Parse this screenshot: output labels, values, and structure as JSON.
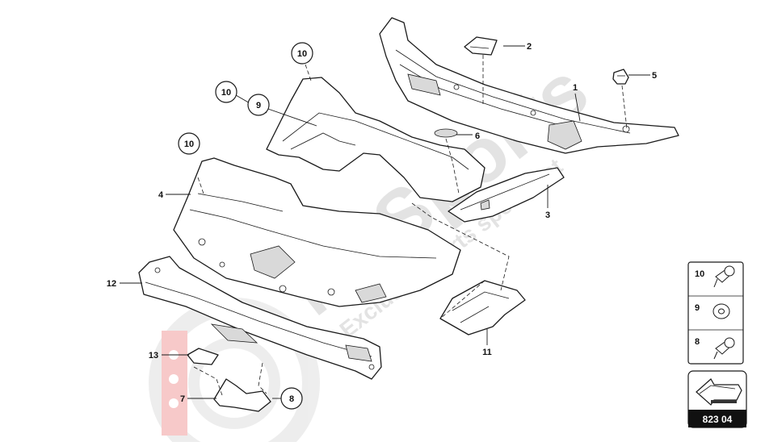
{
  "diagram": {
    "watermark": {
      "brand": "MaSports",
      "tagline": "Exclusive parts specialist"
    },
    "callouts": [
      {
        "id": "c1",
        "number": "1",
        "circled": false
      },
      {
        "id": "c2",
        "number": "2",
        "circled": false
      },
      {
        "id": "c3",
        "number": "3",
        "circled": false
      },
      {
        "id": "c4",
        "number": "4",
        "circled": false
      },
      {
        "id": "c5",
        "number": "5",
        "circled": false
      },
      {
        "id": "c6",
        "number": "6",
        "circled": false
      },
      {
        "id": "c7",
        "number": "7",
        "circled": false
      },
      {
        "id": "c8",
        "number": "8",
        "circled": true
      },
      {
        "id": "c9",
        "number": "9",
        "circled": true
      },
      {
        "id": "c10a",
        "number": "10",
        "circled": true
      },
      {
        "id": "c10b",
        "number": "10",
        "circled": true
      },
      {
        "id": "c10c",
        "number": "10",
        "circled": true
      },
      {
        "id": "c11",
        "number": "11",
        "circled": false
      },
      {
        "id": "c12",
        "number": "12",
        "circled": false
      },
      {
        "id": "c13",
        "number": "13",
        "circled": false
      }
    ],
    "legend": [
      {
        "number": "10",
        "icon": "screw-icon"
      },
      {
        "number": "9",
        "icon": "washer-icon"
      },
      {
        "number": "8",
        "icon": "screw-icon"
      }
    ],
    "reference": {
      "code": "823 04",
      "icon": "arrow-view-icon"
    }
  }
}
